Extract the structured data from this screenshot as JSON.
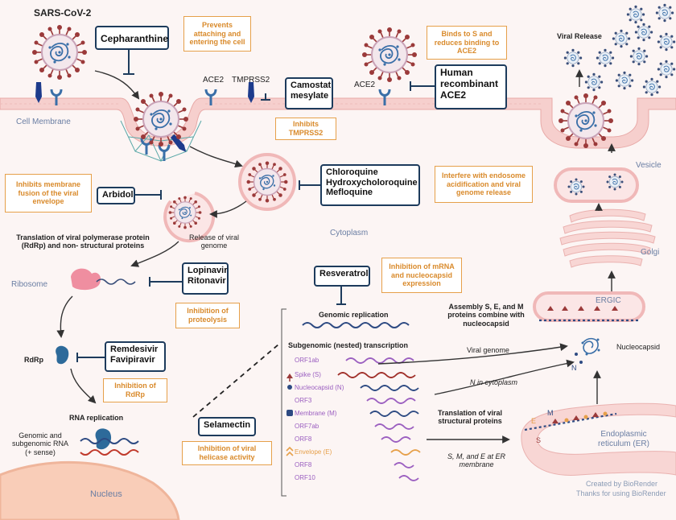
{
  "labels": {
    "sars": "SARS-CoV-2",
    "cell_membrane": "Cell Membrane",
    "ace2_left": "ACE2",
    "tmprss2": "TMPRSS2",
    "ace2_right": "ACE2",
    "viral_release": "Viral Release",
    "vesicle": "Vesicle",
    "cytoplasm": "Cytoplasm",
    "golgi": "Golgi",
    "ergic": "ERGIC",
    "nucleocapsid": "Nucleocapsid",
    "release_genome": "Release of viral genome",
    "translation": "Translation of viral polymerase protein (RdRp) and non- structural proteins",
    "ribosome": "Ribosome",
    "rdrp": "RdRp",
    "rna_replication": "RNA replication",
    "genomic_rna": "Genomic and subgenomic RNA (+ sense)",
    "nucleus": "Nucleus",
    "genomic_replication": "Genomic replication",
    "subgenomic": "Subgenomic (nested) transcription",
    "assembly": "Assembly S, E, and M proteins combine with nucleocapsid",
    "viral_genome": "Viral genome",
    "n_cytoplasm": "N in cytoplasm",
    "translation_structural": "Translation of viral structural proteins",
    "sme_er": "S, M, and E at ER membrane",
    "er": "Endoplasmic reticulum (ER)",
    "n_letter": "N",
    "e_letter": "E",
    "m_letter": "M",
    "s_letter": "S",
    "credit1": "Created by BioRender",
    "credit2": "Thanks for using BioRender"
  },
  "orfs": [
    "ORF1ab",
    "Spike (S)",
    "Nucleocapsid (N)",
    "ORF3",
    "Membrane (M)",
    "ORF7ab",
    "ORF8",
    "Envelope (E)",
    "ORF8",
    "ORF10"
  ],
  "drugs": {
    "cepharanthine": "Cepharanthine",
    "camostat": "Camostat mesylate",
    "human_ace2": "Human recombinant ACE2",
    "arbidol": "Arbidol",
    "chloroquine": "Chloroquine\nHydroxycholoroquine\nMefloquine",
    "lopinavir": "Lopinavir\nRitonavir",
    "resveratrol": "Resveratrol",
    "remdesivir": "Remdesivir\nFavipiravir",
    "selamectin": "Selamectin"
  },
  "notes": {
    "cepharanthine": "Prevents attaching and entering the cell",
    "camostat": "Inhibits TMPRSS2",
    "human_ace2": "Binds to S and reduces binding to ACE2",
    "arbidol": "Inhibits membrane fusion of the viral envelope",
    "chloroquine": "Interfere with endosome acidification and viral genome release",
    "lopinavir": "Inhibition of proteolysis",
    "resveratrol": "Inhibition of mRNA and nucleocapsid expression",
    "remdesivir": "Inhibition of RdRp",
    "selamectin": "Inhibition of viral helicase activity"
  },
  "colors": {
    "membrane": "#f6cfcd",
    "drug_border": "#1d3b5c",
    "note_border": "#e6a04a",
    "note_text": "#d98a2b",
    "virus_spike": "#9b3a3a",
    "capsid": "#3a6fa8"
  }
}
